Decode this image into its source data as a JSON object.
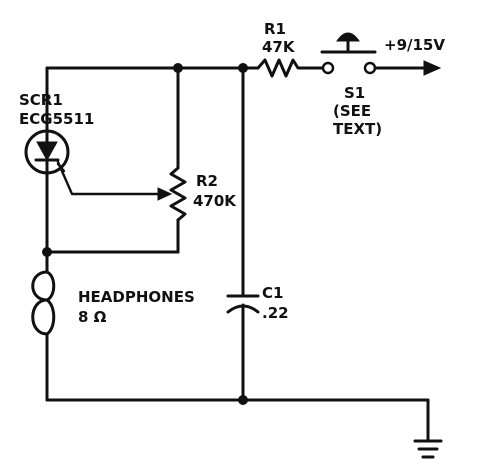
{
  "components": {
    "scr1": {
      "ref": "SCR1",
      "part": "ECG5511"
    },
    "r1": {
      "ref": "R1",
      "value": "47K"
    },
    "r2": {
      "ref": "R2",
      "value": "470K"
    },
    "s1": {
      "ref": "S1",
      "note_line1": "(SEE",
      "note_line2": "TEXT)"
    },
    "c1": {
      "ref": "C1",
      "value": ".22"
    },
    "headphones": {
      "label": "HEADPHONES",
      "impedance": "8 Ω"
    }
  },
  "supply": {
    "label": "+9/15V"
  }
}
